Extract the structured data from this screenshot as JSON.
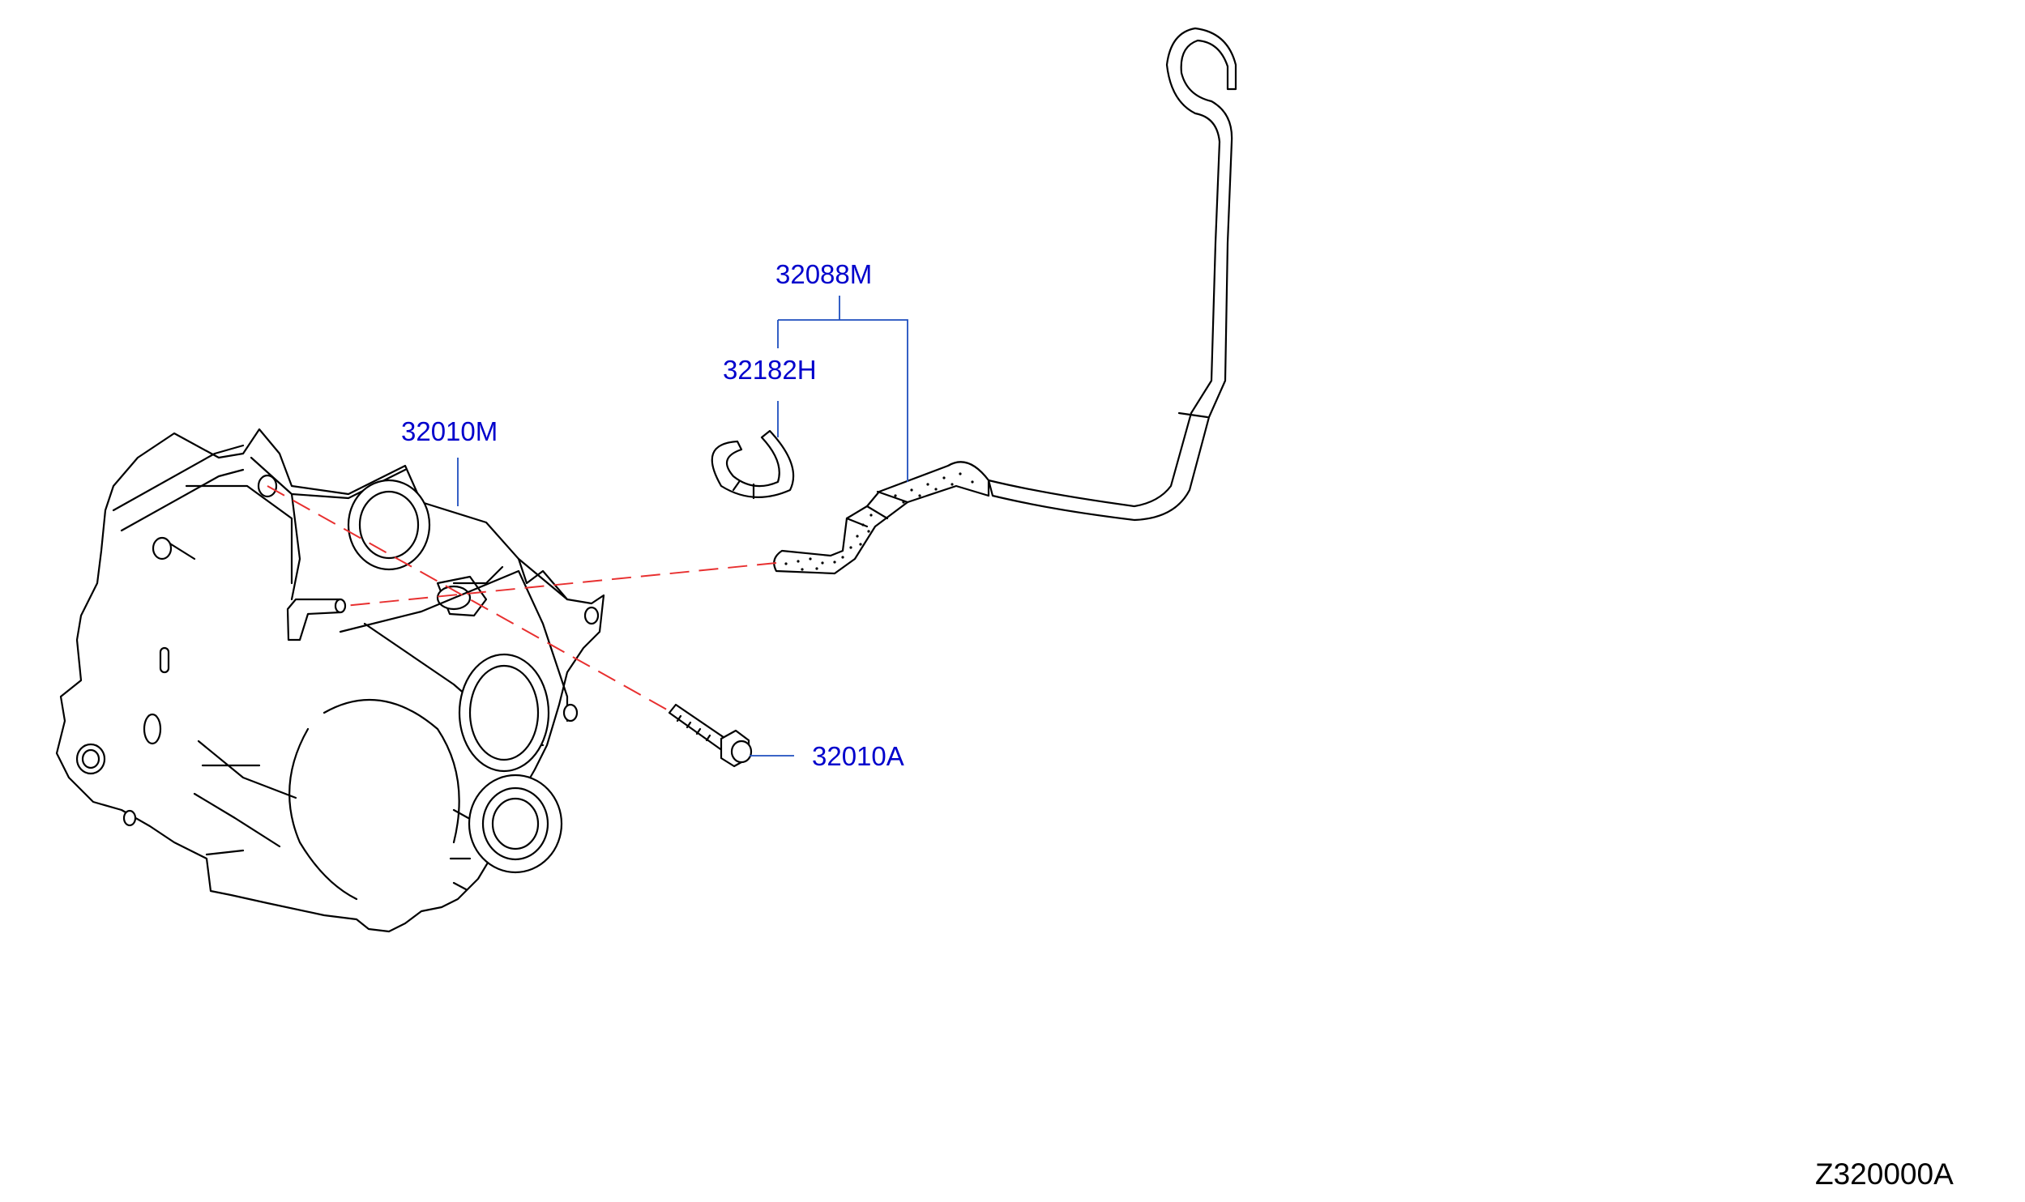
{
  "colors": {
    "label": "#0000cc",
    "leader": "#1f4fbf",
    "dashed_connector": "#e83030",
    "outline": "#000000",
    "background": "#ffffff"
  },
  "parts": [
    {
      "id": "transfer-assembly",
      "number": "32010M"
    },
    {
      "id": "mounting-bolt",
      "number": "32010A"
    },
    {
      "id": "breather-hose",
      "number": "32088M"
    },
    {
      "id": "hose-clamp",
      "number": "32182H"
    }
  ],
  "diagram_code": "Z320000A"
}
